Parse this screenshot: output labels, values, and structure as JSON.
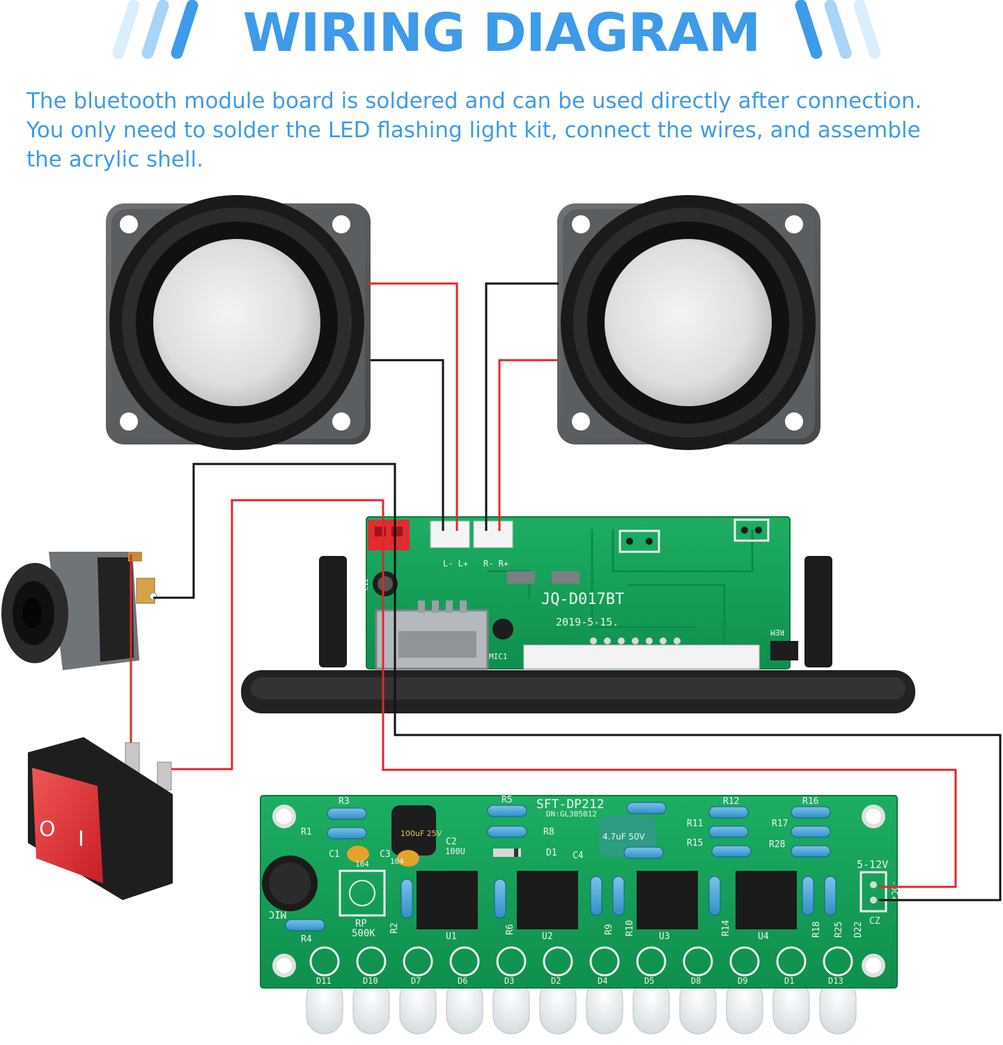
{
  "header": {
    "title": "WIRING DIAGRAM",
    "intro_lines": [
      "The bluetooth module board is soldered and can be used directly after connection.",
      "You only need to solder the LED flashing light kit, connect the wires, and assemble",
      "the acrylic shell."
    ]
  },
  "bt_module": {
    "model": "JQ-D017BT",
    "date": "2019-5-15.",
    "connector_left_pins": "L- L+",
    "connector_right_pins": "R- R+",
    "mic_label": "MIC1",
    "rem_label": "REM",
    "c12_label": "C12"
  },
  "led_board": {
    "model": "SFT-DP212",
    "dn": "DN:GL305012",
    "power_label": "5-12V",
    "dc_label": "-DC+",
    "cz_label": "CZ",
    "rp_label": "RP",
    "rp_value": "500K",
    "mic_label": "MIC",
    "cap_c2_value": "100U",
    "cap_c2_print": "100uF 25V",
    "cap_c4_print": "4.7uF 50V",
    "cap_104": "104",
    "cap_104b": "104",
    "labels": [
      "R3",
      "R1",
      "C1",
      "C3",
      "R5",
      "R8",
      "D1",
      "C2",
      "C4",
      "R12",
      "R11",
      "R15",
      "R16",
      "R17",
      "R28",
      "R2",
      "R6",
      "R9",
      "R10",
      "R14",
      "R18",
      "R25",
      "D22",
      "R4",
      "U1",
      "U2",
      "U3",
      "U4"
    ],
    "leds": [
      "D11",
      "D10",
      "D7",
      "D6",
      "D3",
      "D2",
      "D4",
      "D5",
      "D8",
      "D9",
      "D1",
      "D13"
    ]
  },
  "switch": {
    "off_symbol": "O",
    "on_symbol": "I"
  },
  "colors": {
    "accent": "#3d9be9",
    "wire_red": "#e3262a",
    "wire_black": "#111111",
    "pcb_green": "#14a05a"
  }
}
